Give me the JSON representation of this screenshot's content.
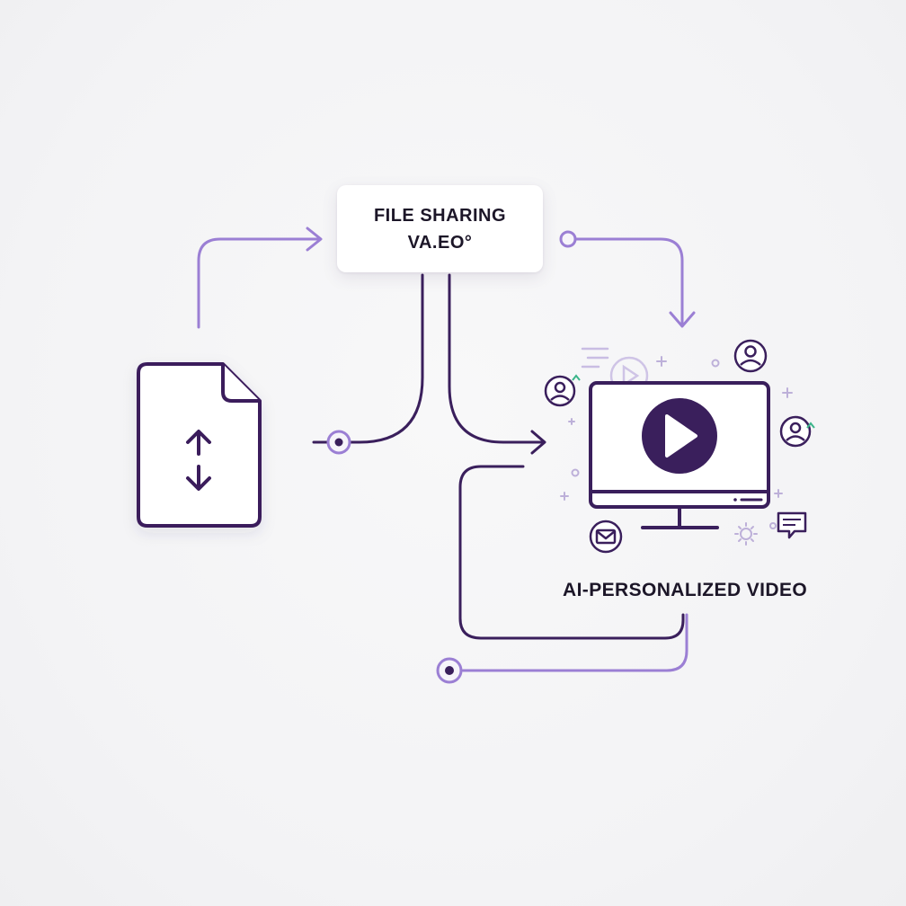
{
  "center_box": {
    "line1": "FILE SHARING",
    "line2": "VA.EO°"
  },
  "output": {
    "label": "AI-PERSONALIZED VIDEO"
  },
  "colors": {
    "primary": "#3a1f5c",
    "accent": "#9b7fd4",
    "green_accent": "#3bb58a",
    "background": "#f5f5f6"
  },
  "icons": [
    "file-transfer-icon",
    "play-icon",
    "monitor-icon",
    "user-icon",
    "mail-icon",
    "chat-icon",
    "gear-icon",
    "text-lines-icon"
  ]
}
